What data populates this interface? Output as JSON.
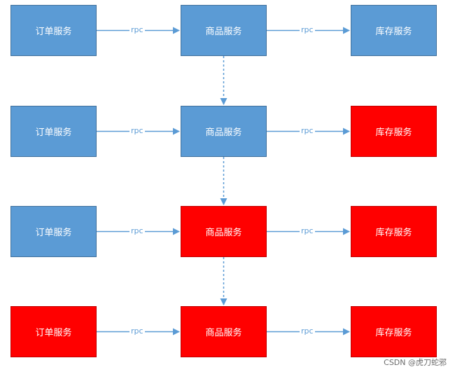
{
  "rows": [
    {
      "nodes": [
        {
          "label": "订单服务",
          "status": "normal"
        },
        {
          "label": "商品服务",
          "status": "normal"
        },
        {
          "label": "库存服务",
          "status": "normal"
        }
      ],
      "edges": [
        "rpc",
        "rpc"
      ]
    },
    {
      "nodes": [
        {
          "label": "订单服务",
          "status": "normal"
        },
        {
          "label": "商品服务",
          "status": "normal"
        },
        {
          "label": "库存服务",
          "status": "failed"
        }
      ],
      "edges": [
        "rpc",
        "rpc"
      ]
    },
    {
      "nodes": [
        {
          "label": "订单服务",
          "status": "normal"
        },
        {
          "label": "商品服务",
          "status": "failed"
        },
        {
          "label": "库存服务",
          "status": "failed"
        }
      ],
      "edges": [
        "rpc",
        "rpc"
      ]
    },
    {
      "nodes": [
        {
          "label": "订单服务",
          "status": "failed"
        },
        {
          "label": "商品服务",
          "status": "failed"
        },
        {
          "label": "库存服务",
          "status": "failed"
        }
      ],
      "edges": [
        "rpc",
        "rpc"
      ]
    }
  ],
  "colors": {
    "normal": "#5b9bd5",
    "failed": "#ff0000",
    "arrow": "#5b9bd5"
  },
  "watermark": "CSDN @虎刀蛇邪"
}
